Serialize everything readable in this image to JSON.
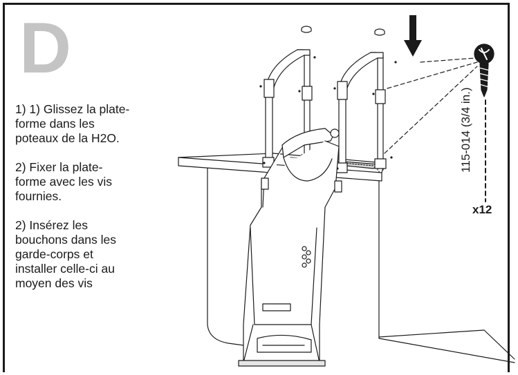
{
  "step": {
    "letter": "D"
  },
  "instructions": [
    "1) 1) Glissez la plate-\nforme dans les\npoteaux de la H2O.",
    "2) Fixer la plate-\nforme avec les vis\nfournies.",
    "2) Insérez les\nbouchons dans les\ngarde-corps et\ninstaller celle-ci au\nmoyen des vis"
  ],
  "hardware": {
    "part_number": "115-014 (3/4 in.)",
    "quantity": "x12",
    "icon": "screw-icon"
  },
  "colors": {
    "letter": "#c4c4c4",
    "line": "#1a1a1a"
  }
}
